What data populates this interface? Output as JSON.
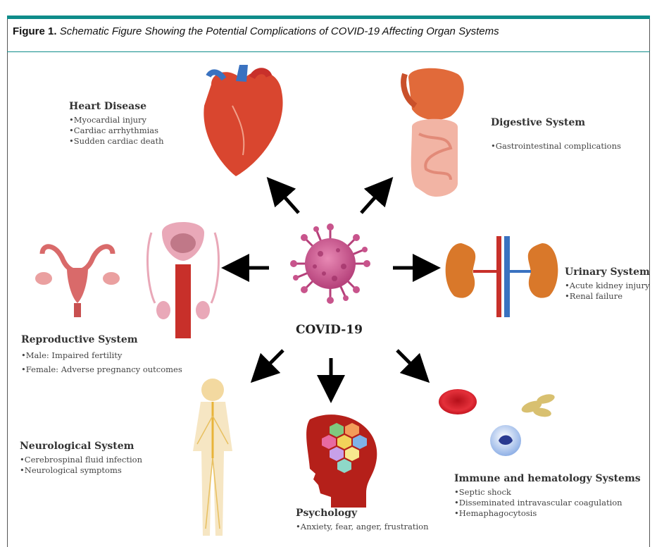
{
  "figure": {
    "number": "Figure 1.",
    "title": "Schematic Figure Showing the Potential Complications of COVID-19 Affecting Organ Systems"
  },
  "center": {
    "label": "COVID-19"
  },
  "systems": {
    "heart": {
      "title": "Heart Disease",
      "items": [
        "•Myocardial injury",
        "•Cardiac arrhythmias",
        "•Sudden cardiac death"
      ]
    },
    "digestive": {
      "title": "Digestive System",
      "items": [
        "•Gastrointestinal complications"
      ]
    },
    "urinary": {
      "title": "Urinary System",
      "items": [
        "•Acute kidney injury",
        "•Renal failure"
      ]
    },
    "reproductive": {
      "title": "Reproductive System",
      "items": [
        "•Male: Impaired fertility",
        "•Female: Adverse pregnancy outcomes"
      ]
    },
    "neurological": {
      "title": "Neurological System",
      "items": [
        "•Cerebrospinal fluid infection",
        "•Neurological symptoms"
      ]
    },
    "psychology": {
      "title": "Psychology",
      "items": [
        "•Anxiety, fear, anger, frustration"
      ]
    },
    "immune": {
      "title": "Immune and hematology Systems",
      "items": [
        "•Septic shock",
        "•Disseminated intravascular coagulation",
        "•Hemaphagocytosis"
      ]
    }
  },
  "colors": {
    "accent": "#0f8c8a",
    "virus": "#c8548c",
    "organ": "#d9462f"
  }
}
